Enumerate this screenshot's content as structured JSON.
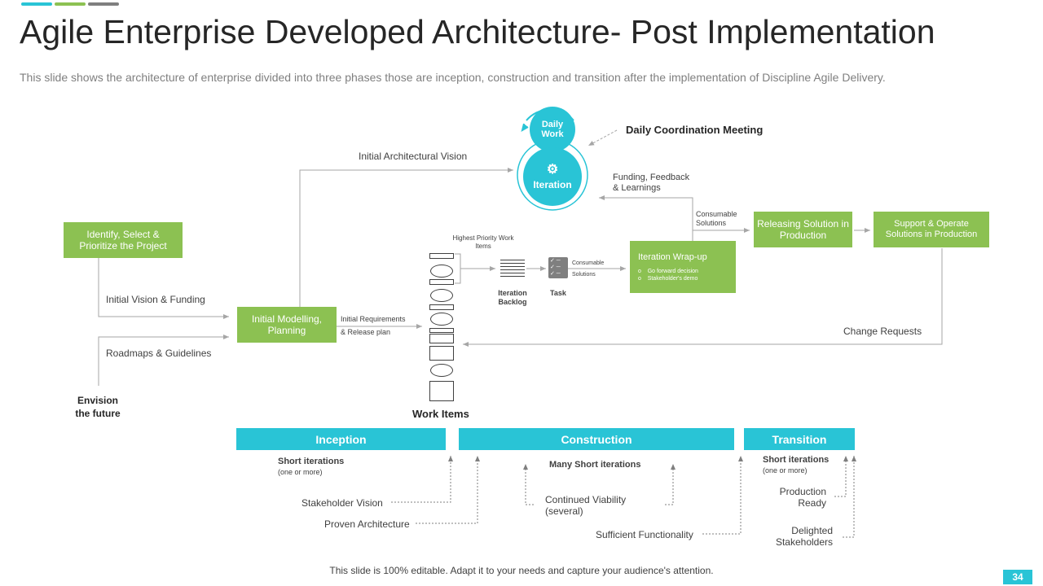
{
  "header": {
    "title": "Agile Enterprise Developed Architecture- Post Implementation",
    "subtitle": "This slide shows the architecture of enterprise divided into three phases those are inception, construction and transition after the implementation of Discipline Agile Delivery.",
    "bar_colors": [
      "#29c4d6",
      "#8cc152",
      "#7f7f7f"
    ]
  },
  "cycle": {
    "daily_work": "Daily Work",
    "iteration": "Iteration",
    "daily_meeting": "Daily Coordination Meeting",
    "arch_vision": "Initial Architectural Vision",
    "funding_feedback": "Funding, Feedback & Learnings"
  },
  "boxes": {
    "identify": "Identify, Select & Prioritize the Project",
    "modelling": "Initial Modelling, Planning",
    "wrapup_title": "Iteration Wrap-up",
    "wrapup_items": [
      "Go forward decision",
      "Stakeholder's demo"
    ],
    "releasing": "Releasing Solution in Production",
    "support": "Support & Operate Solutions in Production"
  },
  "labels": {
    "initial_vision": "Initial Vision & Funding",
    "roadmaps": "Roadmaps & Guidelines",
    "envision": "Envision the future",
    "initial_requirements": "Initial Requirements",
    "release_plan": "& Release plan",
    "highest_priority": "Highest Priority Work Items",
    "iteration_backlog": "Iteration Backlog",
    "task": "Task",
    "consumable_solutions_small": "Consumable Solutions",
    "consumable_solutions": "Consumable Solutions",
    "change_requests": "Change Requests",
    "work_items": "Work Items"
  },
  "phases": {
    "inception": {
      "label": "Inception",
      "short": "Short iterations",
      "note": "(one or more)",
      "milestones": [
        "Stakeholder Vision",
        "Proven Architecture"
      ]
    },
    "construction": {
      "label": "Construction",
      "short": "Many Short iterations",
      "milestones": [
        "Continued Viability (several)",
        "Sufficient Functionality"
      ]
    },
    "transition": {
      "label": "Transition",
      "short": "Short iterations",
      "note": "(one or more)",
      "milestones": [
        "Production Ready",
        "Delighted Stakeholders"
      ]
    }
  },
  "footer": {
    "text": "This slide is 100% editable. Adapt it to your needs and capture your audience's attention.",
    "page": "34"
  },
  "colors": {
    "accent": "#29c4d6",
    "green": "#8cc152",
    "gray": "#7f7f7f"
  }
}
